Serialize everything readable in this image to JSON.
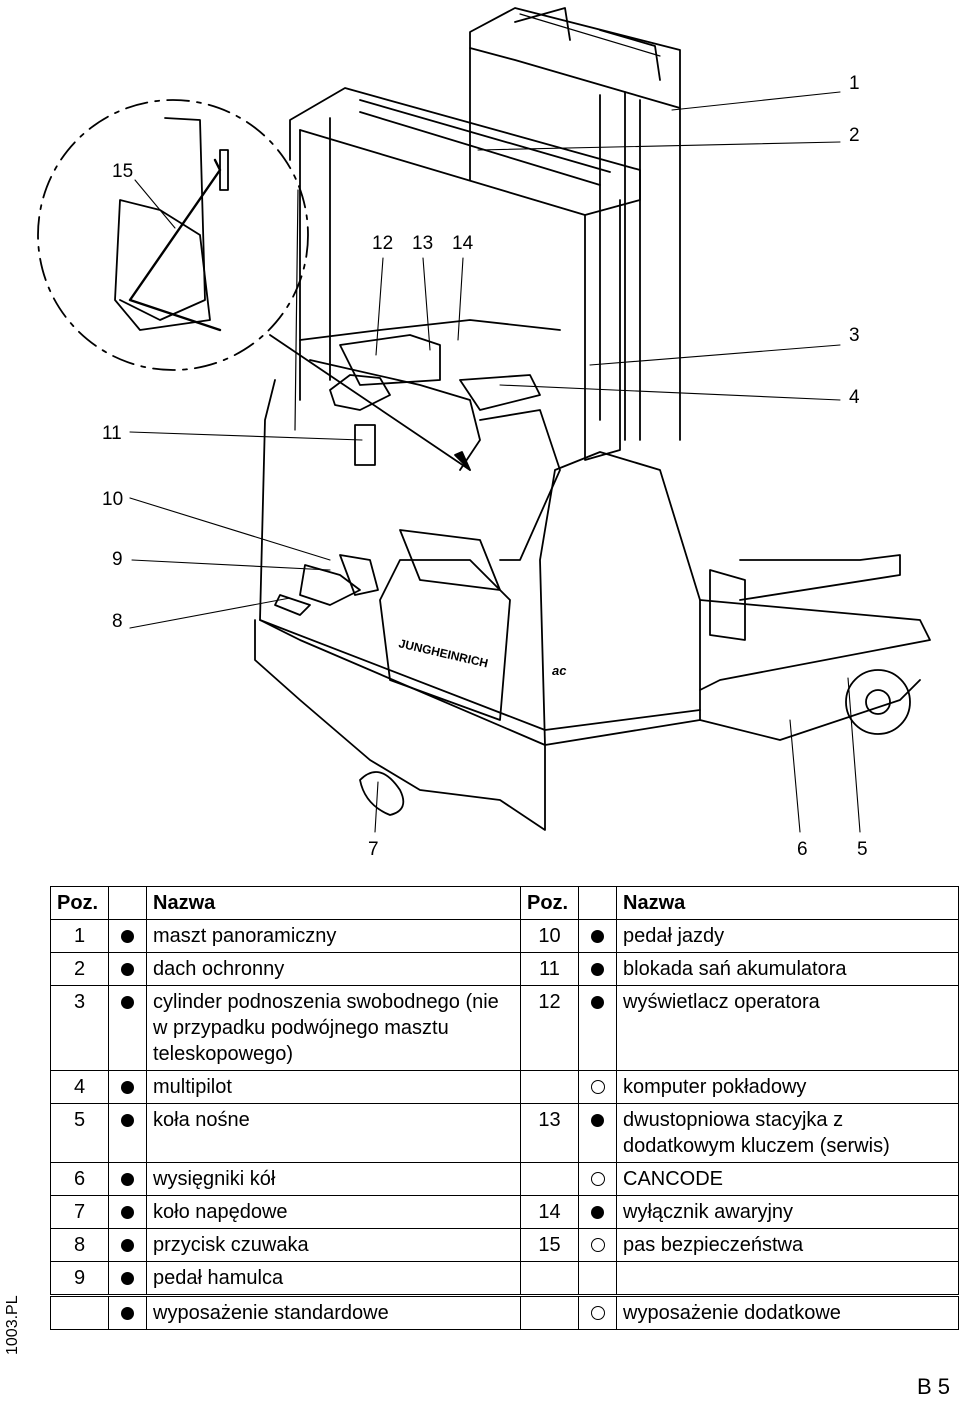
{
  "figure": {
    "callouts": {
      "c1": "1",
      "c2": "2",
      "c3": "3",
      "c4": "4",
      "c5": "5",
      "c6": "6",
      "c7": "7",
      "c8": "8",
      "c9": "9",
      "c10": "10",
      "c11": "11",
      "c12": "12",
      "c13": "13",
      "c14": "14",
      "c15": "15"
    },
    "brand_text": "JUNGHEINRICH",
    "model_text": "ac"
  },
  "table": {
    "headers": {
      "pos_left": "Poz.",
      "name_left": "Nazwa",
      "pos_right": "Poz.",
      "name_right": "Nazwa"
    },
    "rows": [
      {
        "pos_l": "1",
        "mark_l": "standard",
        "name_l": "maszt panoramiczny",
        "pos_r": "10",
        "mark_r": "standard",
        "name_r": "pedał jazdy"
      },
      {
        "pos_l": "2",
        "mark_l": "standard",
        "name_l": "dach ochronny",
        "pos_r": "11",
        "mark_r": "standard",
        "name_r": "blokada sań akumulatora"
      },
      {
        "pos_l": "3",
        "mark_l": "standard",
        "name_l": "cylinder podnoszenia swobodnego (nie w przypadku podwójnego masztu teleskopowego)",
        "pos_r": "12",
        "mark_r": "standard",
        "name_r": "wyświetlacz operatora"
      },
      {
        "pos_l": "4",
        "mark_l": "standard",
        "name_l": "multipilot",
        "pos_r": "",
        "mark_r": "optional",
        "name_r": "komputer pokładowy"
      },
      {
        "pos_l": "5",
        "mark_l": "standard",
        "name_l": "koła nośne",
        "pos_r": "13",
        "mark_r": "standard",
        "name_r": "dwustopniowa stacyjka z dodatkowym kluczem (serwis)"
      },
      {
        "pos_l": "6",
        "mark_l": "standard",
        "name_l": "wysięgniki kół",
        "pos_r": "",
        "mark_r": "optional",
        "name_r": "CANCODE"
      },
      {
        "pos_l": "7",
        "mark_l": "standard",
        "name_l": "koło napędowe",
        "pos_r": "14",
        "mark_r": "standard",
        "name_r": "wyłącznik awaryjny"
      },
      {
        "pos_l": "8",
        "mark_l": "standard",
        "name_l": "przycisk czuwaka",
        "pos_r": "15",
        "mark_r": "optional",
        "name_r": "pas bezpieczeństwa"
      },
      {
        "pos_l": "9",
        "mark_l": "standard",
        "name_l": "pedał hamulca",
        "pos_r": "",
        "mark_r": "",
        "name_r": ""
      }
    ]
  },
  "legend": {
    "standard_label": "wyposażenie standardowe",
    "optional_label": "wyposażenie dodatkowe"
  },
  "doc_code": "1003.PL",
  "page_number": "B 5"
}
